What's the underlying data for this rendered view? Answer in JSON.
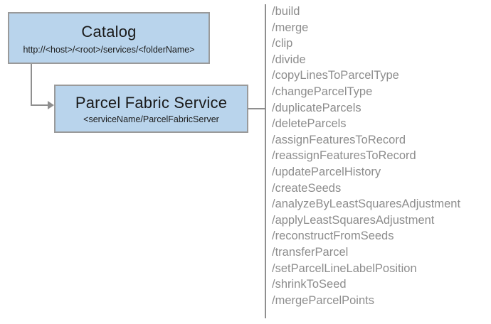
{
  "diagram": {
    "type": "architecture-hierarchy",
    "colors": {
      "node_fill": "#b9d4ec",
      "node_border": "#9a9a9a",
      "node_text": "#1a1a1a",
      "connector": "#8f8f8f",
      "operation_text": "#8d8d8d",
      "background": "#ffffff"
    },
    "nodes": [
      {
        "id": "catalog",
        "title": "Catalog",
        "subtitle": "http://<host>/<root>/services/<folderName>"
      },
      {
        "id": "parcel-fabric-service",
        "title": "Parcel Fabric Service",
        "subtitle": "<serviceName/ParcelFabricServer"
      }
    ],
    "operations": [
      "/build",
      "/merge",
      "/clip",
      "/divide",
      "/copyLinesToParcelType",
      "/changeParcelType",
      "/duplicateParcels",
      "/deleteParcels",
      "/assignFeaturesToRecord",
      "/reassignFeaturesToRecord",
      "/updateParcelHistory",
      "/createSeeds",
      "/analyzeByLeastSquaresAdjustment",
      "/applyLeastSquaresAdjustment",
      "/reconstructFromSeeds",
      "/transferParcel",
      "/setParcelLineLabelPosition",
      "/shrinkToSeed",
      "/mergeParcelPoints"
    ]
  }
}
